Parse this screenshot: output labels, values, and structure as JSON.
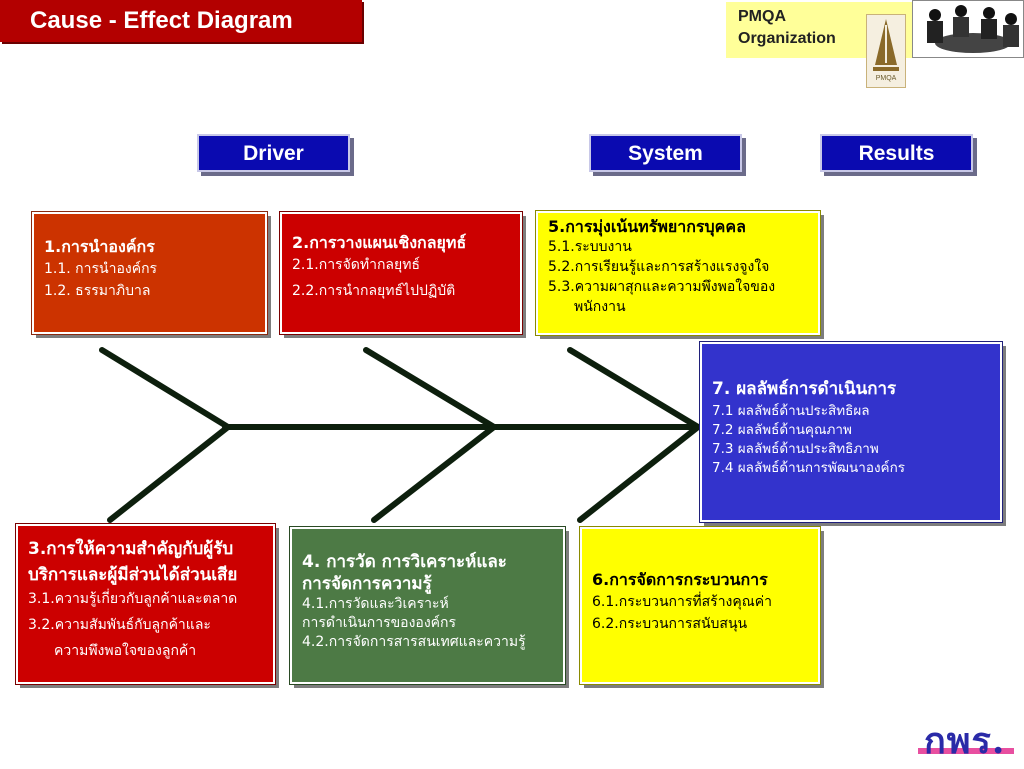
{
  "title": "Cause - Effect  Diagram",
  "pmqa": {
    "line1": "PMQA",
    "line2": "Organization",
    "emblem_text": "PMQA"
  },
  "categories": {
    "driver": "Driver",
    "system": "System",
    "results": "Results"
  },
  "boxes": {
    "b1": {
      "head": "1.การนำองค์กร",
      "lines": [
        "1.1. การนำองค์กร",
        "1.2. ธรรมาภิบาล"
      ]
    },
    "b2": {
      "head": "2.การวางแผนเชิงกลยุทธ์",
      "lines": [
        "2.1.การจัดทำกลยุทธ์",
        "2.2.การนำกลยุทธ์ไปปฏิบัติ"
      ]
    },
    "b5": {
      "head": "5.การมุ่งเน้นทรัพยากรบุคคล",
      "lines": [
        "5.1.ระบบงาน",
        "5.2.การเรียนรู้และการสร้างแรงจูงใจ",
        "5.3.ความผาสุกและความพึงพอใจของ",
        "พนักงาน"
      ]
    },
    "b7": {
      "head": "7. ผลลัพธ์การดำเนินการ",
      "lines": [
        "7.1 ผลลัพธ์ด้านประสิทธิผล",
        "7.2 ผลลัพธ์ด้านคุณภาพ",
        "7.3 ผลลัพธ์ด้านประสิทธิภาพ",
        "7.4 ผลลัพธ์ด้านการพัฒนาองค์กร"
      ]
    },
    "b3": {
      "head1": "3.การให้ความสำคัญกับผู้รับ",
      "head2": "บริการและผู้มีส่วนได้ส่วนเสีย",
      "lines": [
        "3.1.ความรู้เกี่ยวกับลูกค้าและตลาด",
        "3.2.ความสัมพันธ์กับลูกค้าและ",
        "ความพึงพอใจของลูกค้า"
      ]
    },
    "b4": {
      "head1": "4. การวัด การวิเคราะห์และ",
      "head2": "การจัดการความรู้",
      "lines": [
        "4.1.การวัดและวิเคราะห์",
        "การดำเนินการขององค์กร",
        "4.2.การจัดการสารสนเทศและความรู้"
      ]
    },
    "b6": {
      "head": "6.การจัดการกระบวนการ",
      "lines": [
        "6.1.กระบวนการที่สร้างคุณค่า",
        "6.2.กระบวนการสนับสนุน"
      ]
    }
  },
  "footer_logo": {
    "text": "กพร."
  },
  "colors": {
    "title_bg": "#b30000",
    "category_bg": "#0a0ab0",
    "box1": "#cc3300",
    "box2": "#cc0000",
    "box5": "#ffff00",
    "box7": "#3333cc",
    "box3": "#cc0000",
    "box4": "#4d7a45",
    "box6": "#ffff00",
    "fishbone": "#0d1f0d"
  }
}
